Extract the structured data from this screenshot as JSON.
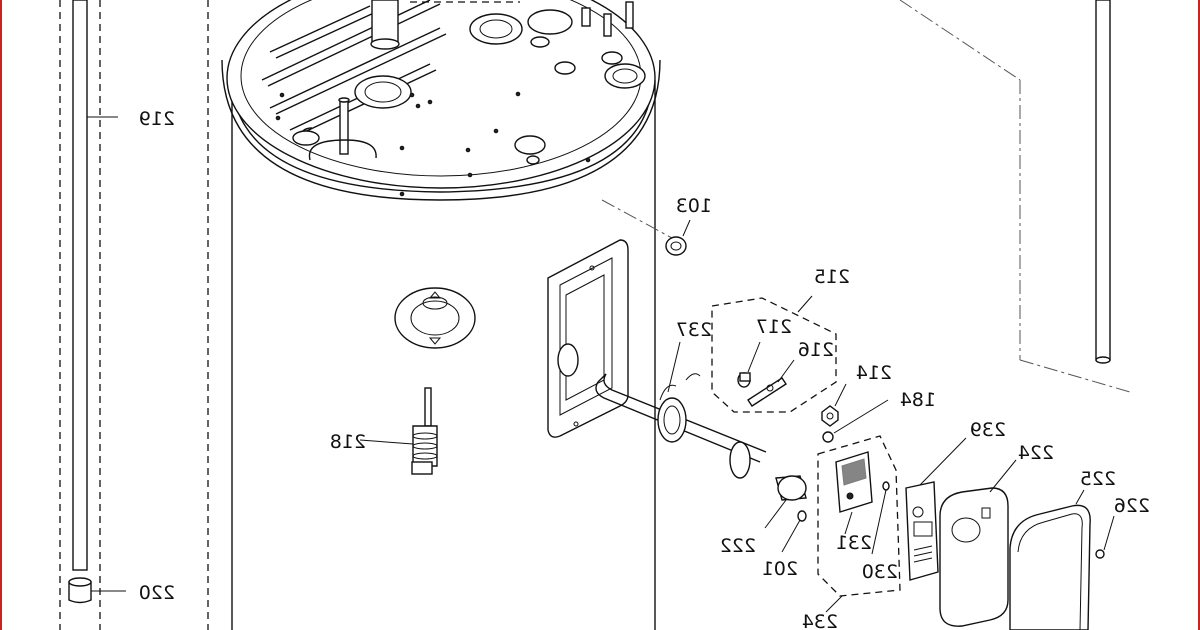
{
  "diagram": {
    "part_labels": {
      "p103": "103",
      "p184": "184",
      "p201": "201",
      "p214": "214",
      "p215": "215",
      "p216": "216",
      "p217": "217",
      "p218": "218",
      "p219": "219",
      "p220": "220",
      "p222": "222",
      "p224": "224",
      "p225": "225",
      "p226": "226",
      "p230": "230",
      "p231": "231",
      "p234": "234",
      "p237": "237",
      "p239": "239"
    }
  },
  "colors": {
    "line": "#111111",
    "background": "#ffffff",
    "frame": "#cc2222"
  }
}
